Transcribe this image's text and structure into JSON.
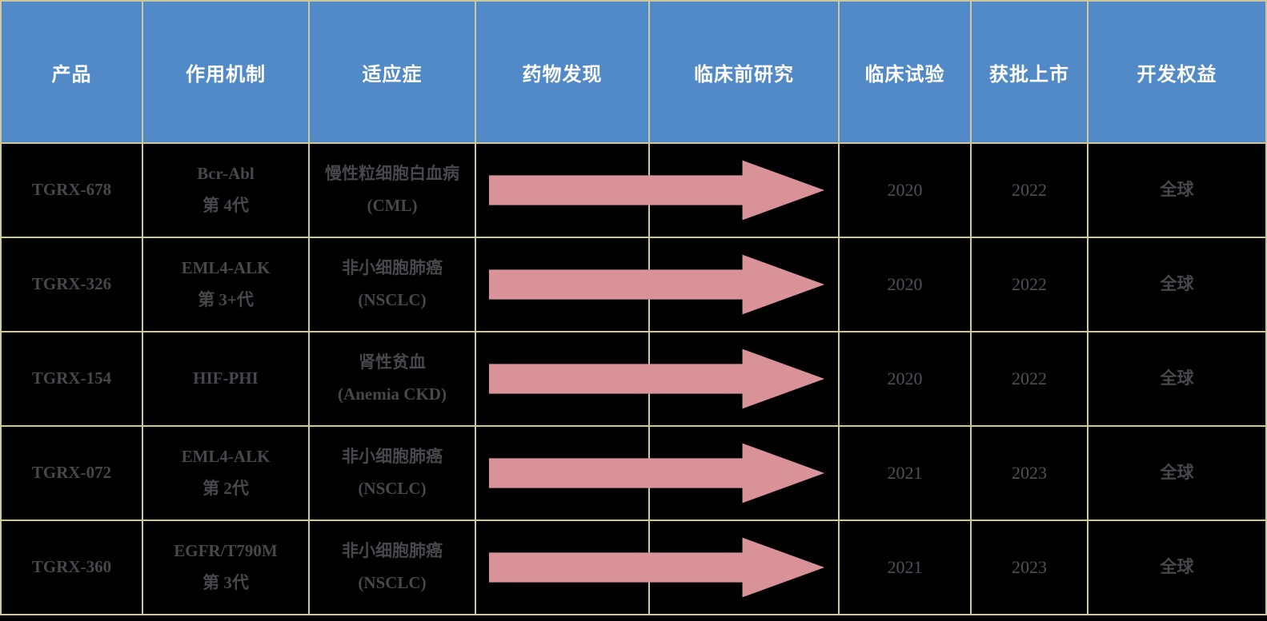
{
  "colors": {
    "header_bg": "#5289c7",
    "header_text": "#ffffff",
    "body_bg": "#000000",
    "body_text": "#47474d",
    "grid_line": "#cdc7a0",
    "arrow_fill": "#d99297"
  },
  "table": {
    "columns": [
      {
        "label": "产品"
      },
      {
        "label": "作用机制"
      },
      {
        "label": "适应症"
      },
      {
        "label": "药物发现"
      },
      {
        "label": "临床前研究"
      },
      {
        "label": "临床试验"
      },
      {
        "label": "获批上市"
      },
      {
        "label": "开发权益"
      }
    ],
    "rows": [
      {
        "product": "TGRX-678",
        "mechanism_line1": "Bcr-Abl",
        "mechanism_line2": "第 4代",
        "indication_line1": "慢性粒细胞白血病",
        "indication_line2": "(CML)",
        "clinical_trial_year": "2020",
        "approval_year": "2022",
        "rights": "全球"
      },
      {
        "product": "TGRX-326",
        "mechanism_line1": "EML4-ALK",
        "mechanism_line2": "第 3+代",
        "indication_line1": "非小细胞肺癌",
        "indication_line2": "(NSCLC)",
        "clinical_trial_year": "2020",
        "approval_year": "2022",
        "rights": "全球"
      },
      {
        "product": "TGRX-154",
        "mechanism_line1": "HIF-PHI",
        "mechanism_line2": "",
        "indication_line1": "肾性贫血",
        "indication_line2": "(Anemia CKD)",
        "clinical_trial_year": "2020",
        "approval_year": "2022",
        "rights": "全球"
      },
      {
        "product": "TGRX-072",
        "mechanism_line1": "EML4-ALK",
        "mechanism_line2": "第 2代",
        "indication_line1": "非小细胞肺癌",
        "indication_line2": "(NSCLC)",
        "clinical_trial_year": "2021",
        "approval_year": "2023",
        "rights": "全球"
      },
      {
        "product": "TGRX-360",
        "mechanism_line1": "EGFR/T790M",
        "mechanism_line2": "第 3代",
        "indication_line1": "非小细胞肺癌",
        "indication_line2": "(NSCLC)",
        "clinical_trial_year": "2021",
        "approval_year": "2023",
        "rights": "全球"
      }
    ]
  },
  "icons": {
    "progress_arrow": "right-arrow"
  }
}
